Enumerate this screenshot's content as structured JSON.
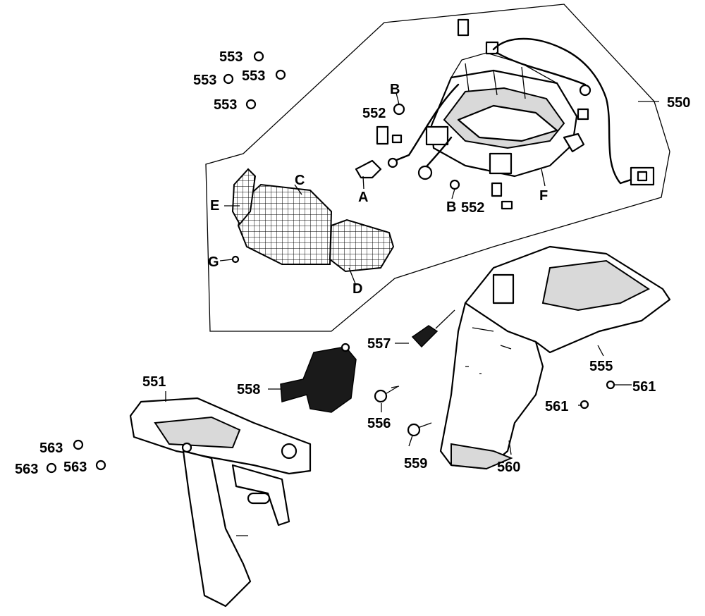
{
  "labels": {
    "l550": "550",
    "l551": "551",
    "l552a": "552",
    "l552b": "552",
    "l553a": "553",
    "l553b": "553",
    "l553c": "553",
    "l553d": "553",
    "l555": "555",
    "l556": "556",
    "l557": "557",
    "l558": "558",
    "l559": "559",
    "l560": "560",
    "l561a": "561",
    "l561b": "561",
    "l563a": "563",
    "l563b": "563",
    "l563c": "563",
    "lA": "A",
    "lB1": "B",
    "lB2": "B",
    "lC": "C",
    "lD": "D",
    "lE": "E",
    "lF": "F",
    "lG": "G"
  }
}
